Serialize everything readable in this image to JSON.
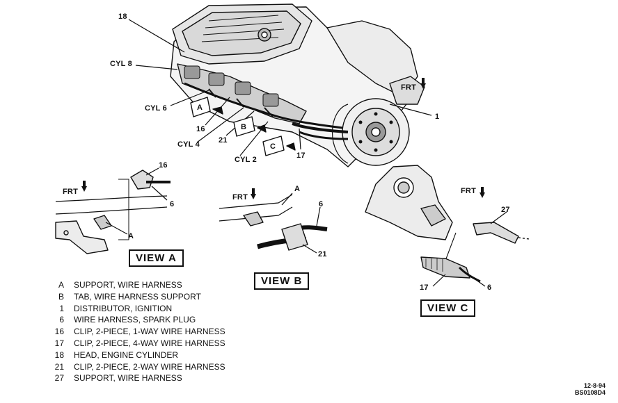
{
  "callouts": {
    "c18": "18",
    "cyl8": "CYL 8",
    "cyl6": "CYL 6",
    "c16_main": "16",
    "cyl4": "CYL 4",
    "c21_main": "21",
    "cyl2": "CYL 2",
    "c17_main": "17",
    "c1": "1",
    "frt_main": "FRT",
    "tag_a": "A",
    "tag_b": "B",
    "tag_c": "C",
    "va_16": "16",
    "va_6": "6",
    "va_frt": "FRT",
    "va_a": "A",
    "vb_frt": "FRT",
    "vb_a": "A",
    "vb_6": "6",
    "vb_21": "21",
    "vc_frt": "FRT",
    "vc_27": "27",
    "vc_17": "17",
    "vc_6": "6"
  },
  "views": {
    "a": "VIEW A",
    "b": "VIEW B",
    "c": "VIEW C"
  },
  "legend": [
    {
      "key": "A",
      "text": "SUPPORT, WIRE HARNESS"
    },
    {
      "key": "B",
      "text": "TAB, WIRE HARNESS SUPPORT"
    },
    {
      "key": "1",
      "text": "DISTRIBUTOR, IGNITION"
    },
    {
      "key": "6",
      "text": "WIRE HARNESS, SPARK PLUG"
    },
    {
      "key": "16",
      "text": "CLIP, 2-PIECE, 1-WAY WIRE HARNESS"
    },
    {
      "key": "17",
      "text": "CLIP, 2-PIECE, 4-WAY WIRE HARNESS"
    },
    {
      "key": "18",
      "text": "HEAD, ENGINE CYLINDER"
    },
    {
      "key": "21",
      "text": "CLIP, 2-PIECE, 2-WAY WIRE HARNESS"
    },
    {
      "key": "27",
      "text": "SUPPORT, WIRE HARNESS"
    }
  ],
  "stamp": {
    "date": "12-8-94",
    "code": "BS0108D4"
  }
}
